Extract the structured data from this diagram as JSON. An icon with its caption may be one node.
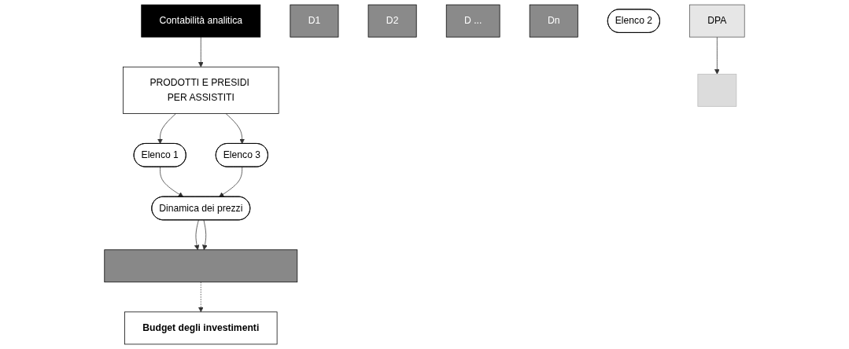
{
  "diagram": {
    "nodes": [
      {
        "text": [
          "Contabilità analitica"
        ]
      },
      {
        "text": [
          "PRODOTTI E PRESIDI PER ASSISTITI"
        ]
      },
      {
        "text": [
          "D1"
        ]
      },
      {
        "text": [
          "D2"
        ]
      },
      {
        "text": [
          "D ..."
        ]
      },
      {
        "text": [
          "Dn"
        ]
      },
      {
        "text": [
          "Elenco 1"
        ]
      },
      {
        "text": [
          "Elenco 2"
        ]
      },
      {
        "text": [
          "Elenco 3"
        ]
      },
      {
        "text": [
          "DPA"
        ]
      },
      {
        "text": [],
        "shape": "box"
      },
      {
        "text": [
          "Dinamica dei prezzi"
        ]
      },
      {
        "text": [],
        "shape": "bar"
      },
      {
        "text": [
          "Budget degli investimenti"
        ]
      }
    ],
    "edges": [
      {
        "from": 0,
        "to": 1,
        "arrow": "to"
      },
      {
        "from": 1,
        "to": 6,
        "arrow": "to"
      },
      {
        "from": 1,
        "to": 8,
        "arrow": "to"
      },
      {
        "from": 9,
        "to": 10,
        "arrow": "to"
      },
      {
        "from": 6,
        "to": 11,
        "arrow": "to"
      },
      {
        "from": 8,
        "to": 11,
        "arrow": "to"
      },
      {
        "from": 11,
        "to": 12,
        "arrow": "to"
      },
      {
        "from": 11,
        "to": 12,
        "arrow": "to"
      },
      {
        "from": 12,
        "to": 13,
        "arrow": "to",
        "style": "dashed"
      }
    ]
  }
}
